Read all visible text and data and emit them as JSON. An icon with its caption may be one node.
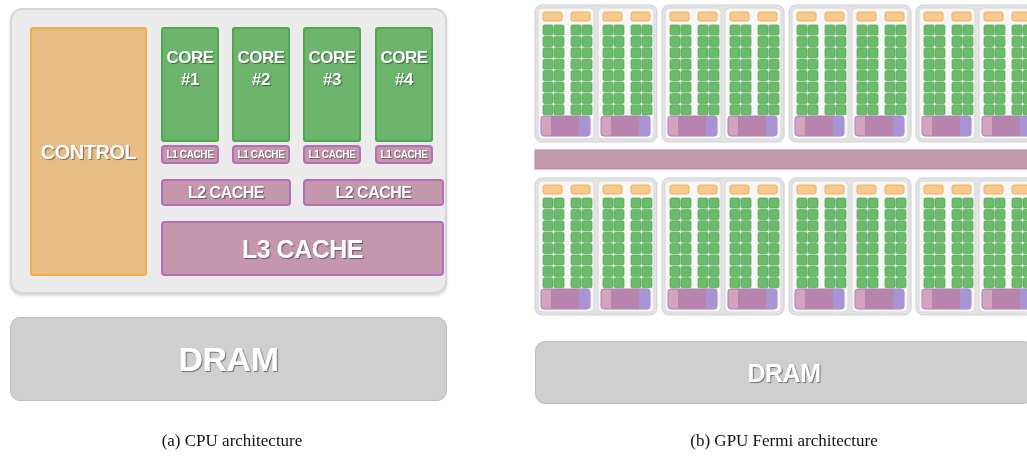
{
  "diagram": {
    "nodes": [
      {
        "text": [],
        "shape": "box"
      },
      {
        "text": [
          "CONTROL"
        ],
        "in": 0
      },
      {
        "text": [
          "CORE #1"
        ],
        "in": 0
      },
      {
        "text": [
          "CORE #2"
        ],
        "in": 0
      },
      {
        "text": [
          "CORE #3"
        ],
        "in": 0
      },
      {
        "text": [
          "CORE #4"
        ],
        "in": 0
      },
      {
        "text": [
          "L1 CACHE"
        ],
        "in": 0
      },
      {
        "text": [
          "L1 CACHE"
        ],
        "in": 0
      },
      {
        "text": [
          "L1 CACHE"
        ],
        "in": 0
      },
      {
        "text": [
          "L1 CACHE"
        ],
        "in": 0
      },
      {
        "text": [
          "L2 CACHE"
        ],
        "in": 0
      },
      {
        "text": [
          "L2 CACHE"
        ],
        "in": 0
      },
      {
        "text": [
          "L3 CACHE"
        ],
        "in": 0
      },
      {
        "text": [
          "DRAM"
        ]
      },
      {
        "text": [
          "DRAM"
        ]
      }
    ],
    "labels": [
      "(a) CPU architecture",
      "(b) GPU Fermi architecture"
    ]
  }
}
